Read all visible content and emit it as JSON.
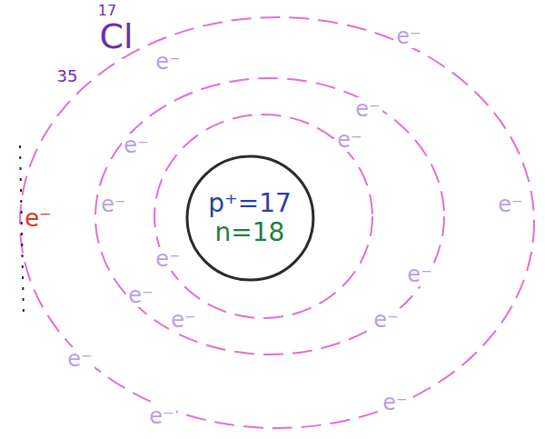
{
  "diagram": {
    "nodes": [
      {
        "text": [
          "p⁺=17",
          "n=18"
        ]
      }
    ],
    "labels": [
      "17",
      "Cl",
      "35",
      "e⁻",
      "e⁻",
      "e⁻",
      "e⁻",
      "e⁻",
      "e⁻",
      "e⁻",
      "e⁻",
      "e⁻",
      "e⁻",
      "e⁻",
      "e⁻",
      "e⁻",
      "e⁻",
      "e⁻",
      "e⁻"
    ]
  }
}
